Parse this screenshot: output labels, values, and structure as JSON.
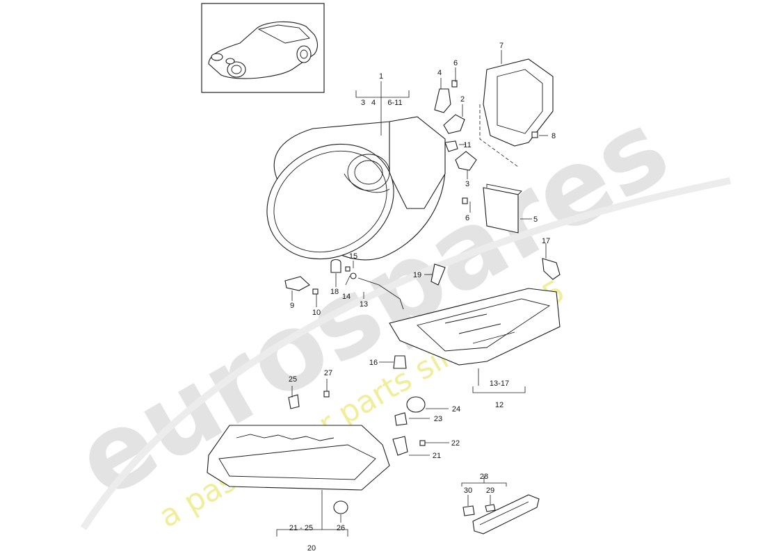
{
  "watermark": {
    "brand": "eurospares",
    "tagline": "a passion for parts since 1985"
  },
  "callouts": {
    "c1": "1",
    "c1_group": [
      "3",
      "4",
      "6-11"
    ],
    "c2": "2",
    "c3": "3",
    "c4": "4",
    "c5": "5",
    "c6a": "6",
    "c6b": "6",
    "c7": "7",
    "c8": "8",
    "c9": "9",
    "c10": "10",
    "c11": "11",
    "c12": "12",
    "c12_group": "13-17",
    "c13": "13",
    "c14": "14",
    "c15": "15",
    "c16": "16",
    "c17": "17",
    "c18": "18",
    "c19": "19",
    "c20": "20",
    "c20_group": "21 - 25",
    "c21": "21",
    "c22": "22",
    "c23": "23",
    "c24": "24",
    "c25": "25",
    "c26": "26",
    "c27": "27",
    "c28": "28",
    "c29": "29",
    "c30": "30"
  },
  "colors": {
    "line": "#1a1a1a",
    "watermark_grey": "#e3e3e3",
    "watermark_yellow": "#f0ee9a"
  }
}
